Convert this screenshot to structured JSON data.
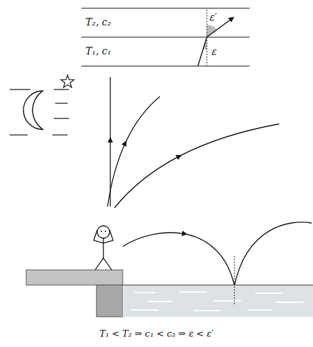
{
  "diagram": {
    "caption": "T₁ < T₂ ⇒ c₁ < c₂ ⇒ ε < ε′",
    "labels": [
      "T₂, c₂",
      "T₁, c₁",
      "ε′",
      "ε"
    ]
  }
}
